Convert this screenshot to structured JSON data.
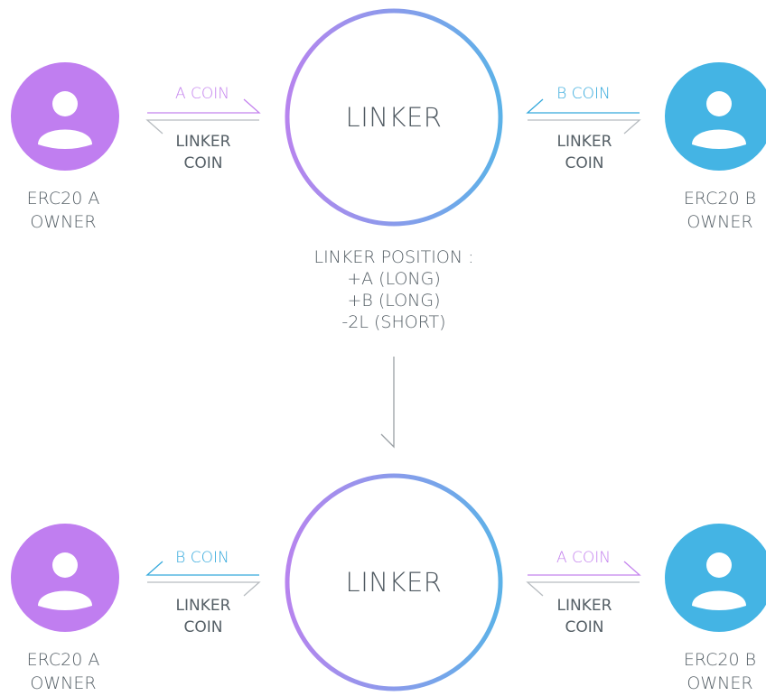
{
  "colors": {
    "owner_a": "#c07ef0",
    "owner_b": "#44b4e4",
    "coin_a_text": "#c483ee",
    "coin_b_text": "#35a9dc",
    "arrow_grey": "#b7bcc0",
    "text_dark": "#555f66",
    "ring_gradient": [
      "#b784ee",
      "#5cb2e8"
    ]
  },
  "top": {
    "hub_label": "LINKER",
    "left_owner": "ERC20 A\nOWNER",
    "right_owner": "ERC20 B\nOWNER",
    "left_coin_in": "A COIN",
    "left_coin_out": "LINKER\nCOIN",
    "right_coin_in": "B COIN",
    "right_coin_out": "LINKER\nCOIN"
  },
  "position_text": "LINKER POSITION :\n+A (LONG)\n+B (LONG)\n-2L (SHORT)",
  "bottom": {
    "hub_label": "LINKER",
    "left_owner": "ERC20 A\nOWNER",
    "right_owner": "ERC20 B\nOWNER",
    "left_coin": "B COIN",
    "left_coin_out": "LINKER\nCOIN",
    "right_coin": "A COIN",
    "right_coin_out": "LINKER\nCOIN"
  },
  "icons": {
    "owner_icon": "user-avatar-icon",
    "arrow_icon": "half-arrow-icon"
  }
}
